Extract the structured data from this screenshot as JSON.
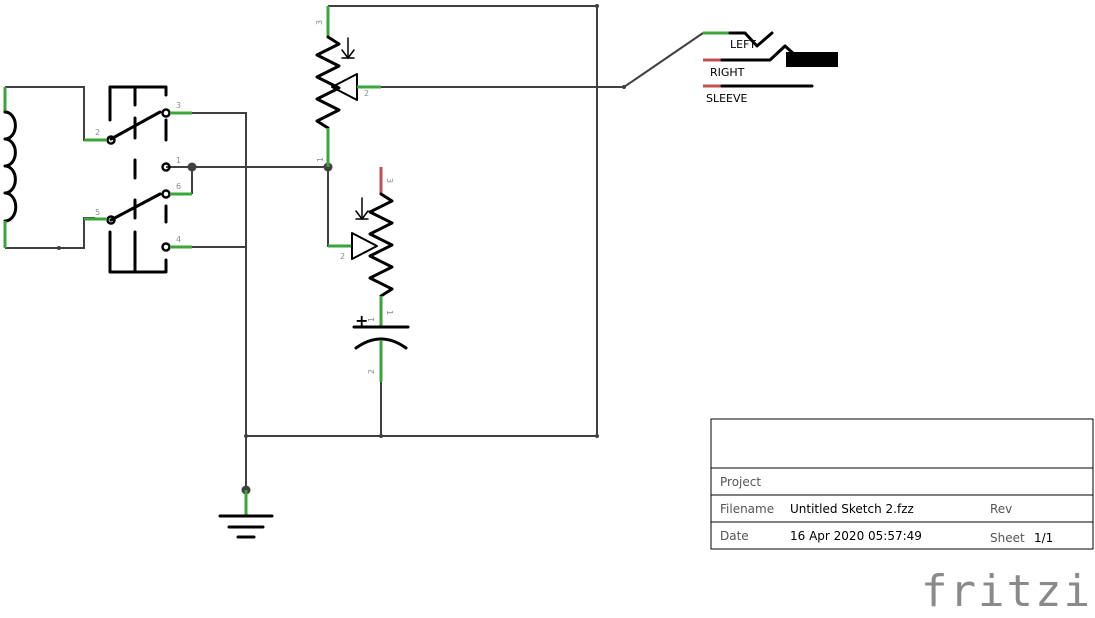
{
  "pins": {
    "switch": [
      "2",
      "3",
      "1",
      "6",
      "5",
      "4"
    ],
    "pot_top": [
      "3",
      "2",
      "1"
    ],
    "pot_bottom": [
      "3",
      "2",
      "1"
    ],
    "cap": [
      "1",
      "2"
    ]
  },
  "jack": {
    "left": "LEFT",
    "right": "RIGHT",
    "sleeve": "SLEEVE"
  },
  "cap_plus": "+",
  "title_block": {
    "project_label": "Project",
    "project_value": "",
    "filename_label": "Filename",
    "filename_value": "Untitled Sketch 2.fzz",
    "rev_label": "Rev",
    "rev_value": "",
    "date_label": "Date",
    "date_value": "16 Apr 2020 05:57:49",
    "sheet_label": "Sheet",
    "sheet_value": "1/1"
  },
  "logo_text": "fritzing",
  "colors": {
    "wire": "#404040",
    "lead": "#3aa53a",
    "unconnected_lead": "#c0504d"
  }
}
